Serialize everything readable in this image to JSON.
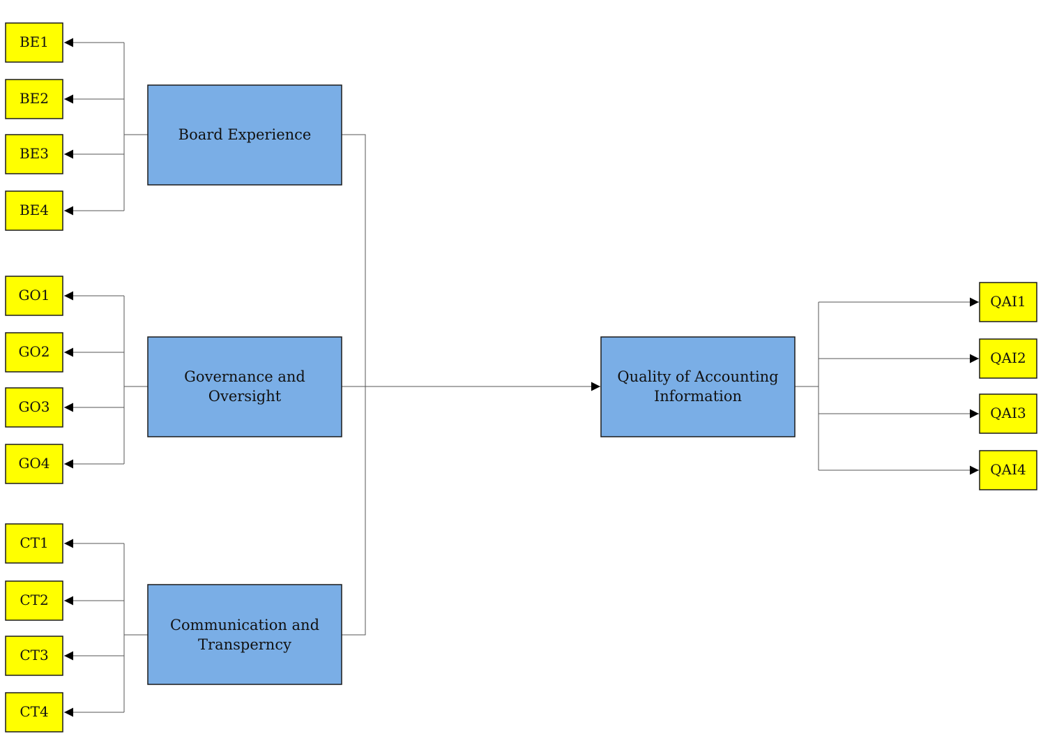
{
  "constructs": [
    {
      "id": "be",
      "lines": [
        "Board Experience"
      ]
    },
    {
      "id": "go",
      "lines": [
        "Governance and",
        "Oversight"
      ]
    },
    {
      "id": "ct",
      "lines": [
        "Communication and",
        "Transperncy"
      ]
    },
    {
      "id": "qai",
      "lines": [
        "Quality of Accounting",
        "Information"
      ]
    }
  ],
  "indicators": {
    "be": [
      "BE1",
      "BE2",
      "BE3",
      "BE4"
    ],
    "go": [
      "GO1",
      "GO2",
      "GO3",
      "GO4"
    ],
    "ct": [
      "CT1",
      "CT2",
      "CT3",
      "CT4"
    ],
    "qai": [
      "QAI1",
      "QAI2",
      "QAI3",
      "QAI4"
    ]
  },
  "colors": {
    "construct_fill": "#7aaee6",
    "indicator_fill": "#ffff00",
    "border": "#1a1a1a",
    "connector": "#555555"
  }
}
